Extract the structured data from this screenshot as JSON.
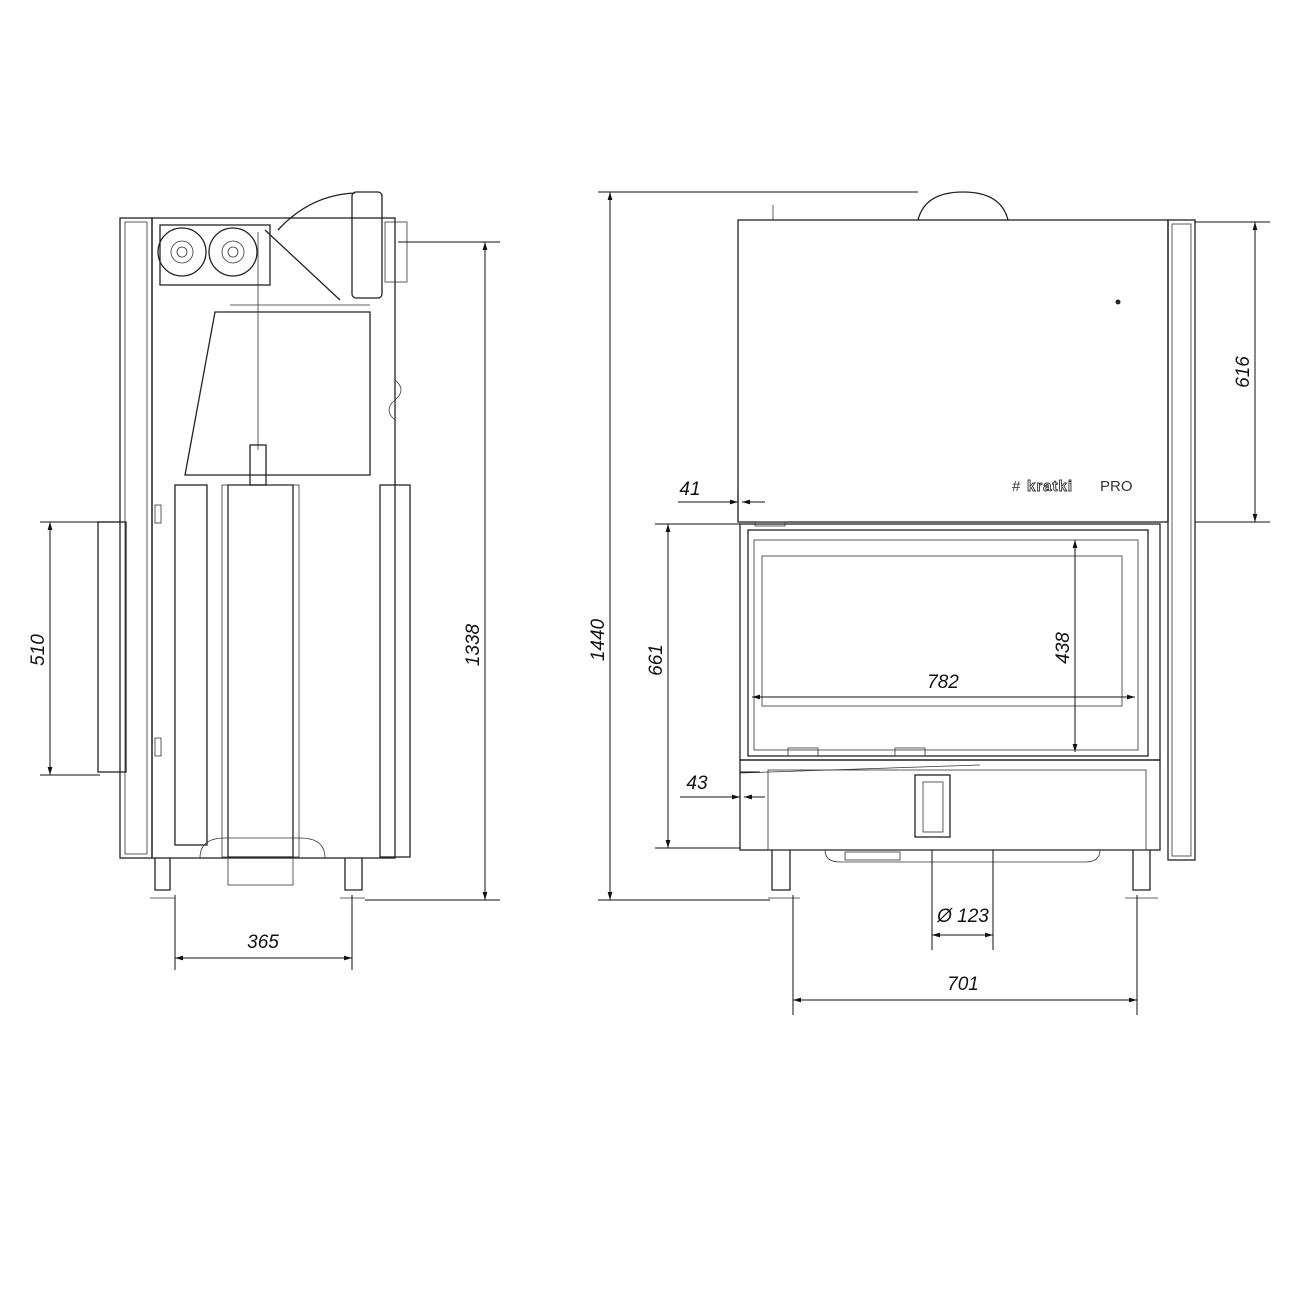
{
  "brand": {
    "logo_text": "kratki",
    "logo_suffix": "PRO"
  },
  "side_view": {
    "dimensions": {
      "inlet_height": "510",
      "outlet_height": "1338",
      "depth": "365"
    }
  },
  "front_view": {
    "dimensions": {
      "total_height": "1440",
      "top_height": "616",
      "top_offset": "41",
      "door_height": "661",
      "glass_height": "438",
      "glass_width": "782",
      "bottom_offset": "43",
      "flue_diameter": "Ø 123",
      "base_width": "701"
    }
  },
  "colors": {
    "line": "#222222",
    "background": "#ffffff"
  }
}
